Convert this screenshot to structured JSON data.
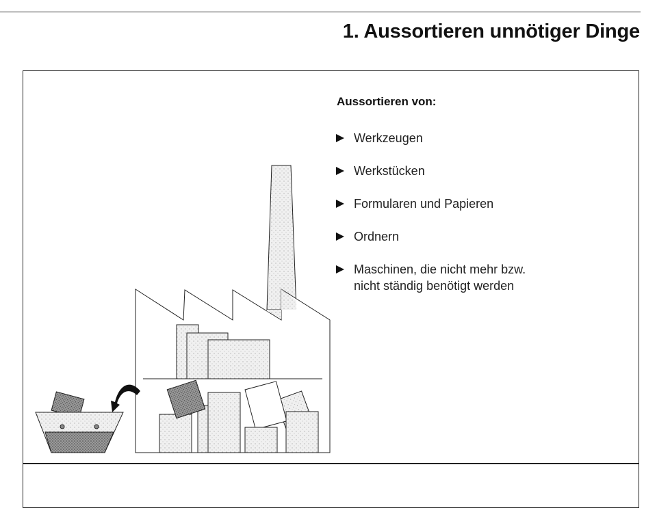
{
  "page": {
    "title": "1. Aussortieren unnötiger Dinge"
  },
  "panel": {
    "heading": "Aussortieren von:",
    "items": [
      {
        "label": "Werkzeugen",
        "icon": "triangle-bullet-icon"
      },
      {
        "label": "Werkstücken",
        "icon": "triangle-bullet-icon"
      },
      {
        "label": "Formularen und Papieren",
        "icon": "triangle-bullet-icon"
      },
      {
        "label": "Ordnern",
        "icon": "triangle-bullet-icon"
      },
      {
        "label": "Maschinen, die nicht mehr bzw. nicht ständig benötigt werden",
        "icon": "triangle-bullet-icon"
      }
    ]
  },
  "colors": {
    "ink": "#111111",
    "light_fill": "#e8e8e8",
    "dark_fill": "#8a8a8a"
  }
}
